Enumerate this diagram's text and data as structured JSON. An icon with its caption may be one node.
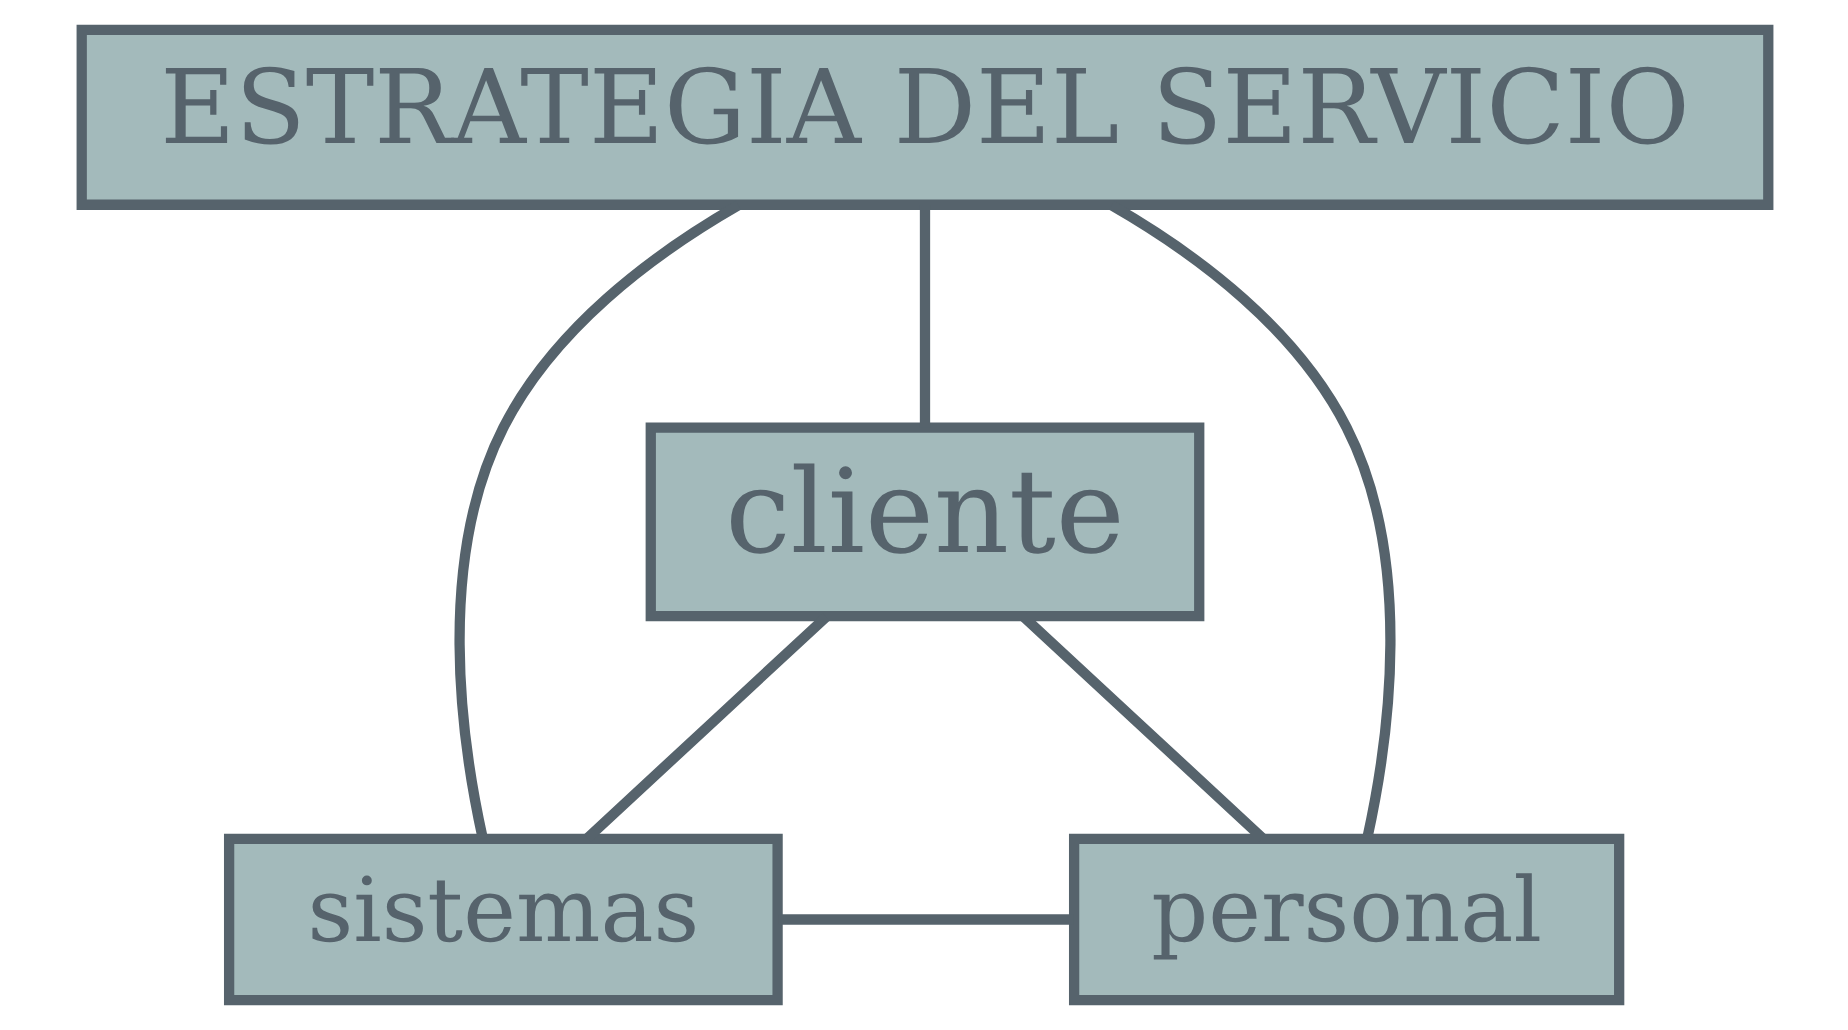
{
  "diagram": {
    "nodes": [
      {
        "text": [
          "ESTRATEGIA DEL SERVICIO"
        ]
      },
      {
        "text": [
          "cliente"
        ]
      },
      {
        "text": [
          "sistemas"
        ]
      },
      {
        "text": [
          "personal"
        ]
      }
    ],
    "edges": [
      {
        "from": 0,
        "to": 1,
        "arrow": "none"
      },
      {
        "from": 0,
        "to": 2,
        "arrow": "none"
      },
      {
        "from": 0,
        "to": 3,
        "arrow": "none"
      },
      {
        "from": 1,
        "to": 2,
        "arrow": "none"
      },
      {
        "from": 1,
        "to": 3,
        "arrow": "none"
      },
      {
        "from": 2,
        "to": 3,
        "arrow": "none"
      }
    ]
  }
}
